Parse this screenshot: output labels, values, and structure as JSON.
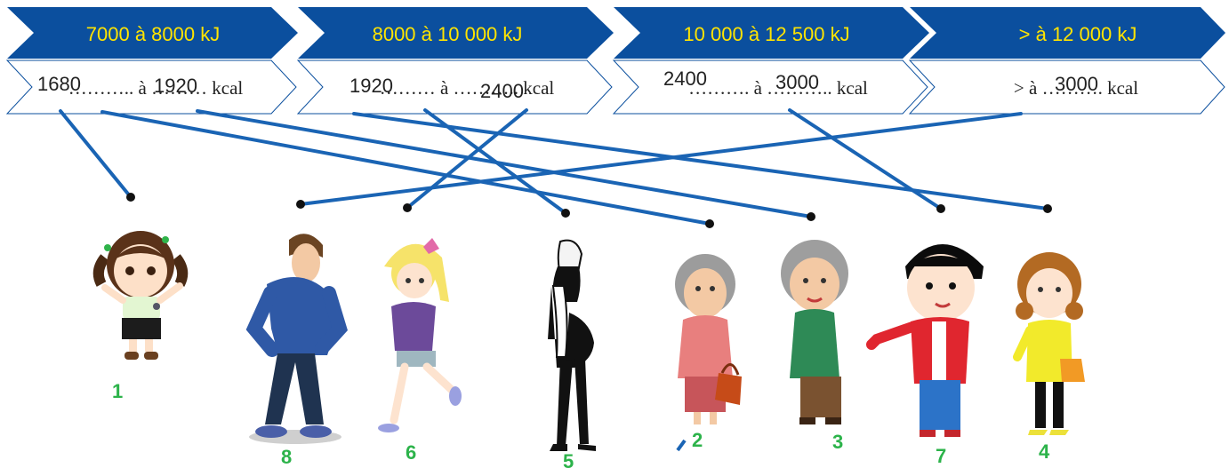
{
  "energy_ranges": [
    {
      "kj": "7000 à 8000 kJ",
      "kcal_template": "……….. à ……… kcal",
      "handwritten_min": "1680",
      "handwritten_max": "1920"
    },
    {
      "kj": "8000 à 10 000 kJ",
      "kcal_template": "……… à ……….. kcal",
      "handwritten_min": "1920",
      "handwritten_max": "2400"
    },
    {
      "kj": "10 000 à 12 500 kJ",
      "kcal_template": "………. à ……….. kcal",
      "handwritten_min": "2400",
      "handwritten_max": "3000"
    },
    {
      "kj": "> à 12 000 kJ",
      "kcal_template": "> à ………. kcal",
      "handwritten_min": "",
      "handwritten_max": "3000"
    }
  ],
  "people": [
    {
      "number": "1",
      "description": "little girl with pigtails"
    },
    {
      "number": "8",
      "description": "teenage boy in blue hoodie"
    },
    {
      "number": "6",
      "description": "running girl in purple top"
    },
    {
      "number": "5",
      "description": "pregnant woman silhouette"
    },
    {
      "number": "2",
      "description": "elderly woman with handbag"
    },
    {
      "number": "3",
      "description": "elderly man in green sweater"
    },
    {
      "number": "7",
      "description": "man in red jacket"
    },
    {
      "number": "4",
      "description": "young woman in yellow top"
    }
  ],
  "colors": {
    "header_bg": "#0b4f9e",
    "header_text": "#ffe400",
    "line": "#1a64b4",
    "number": "#2cb34a"
  }
}
